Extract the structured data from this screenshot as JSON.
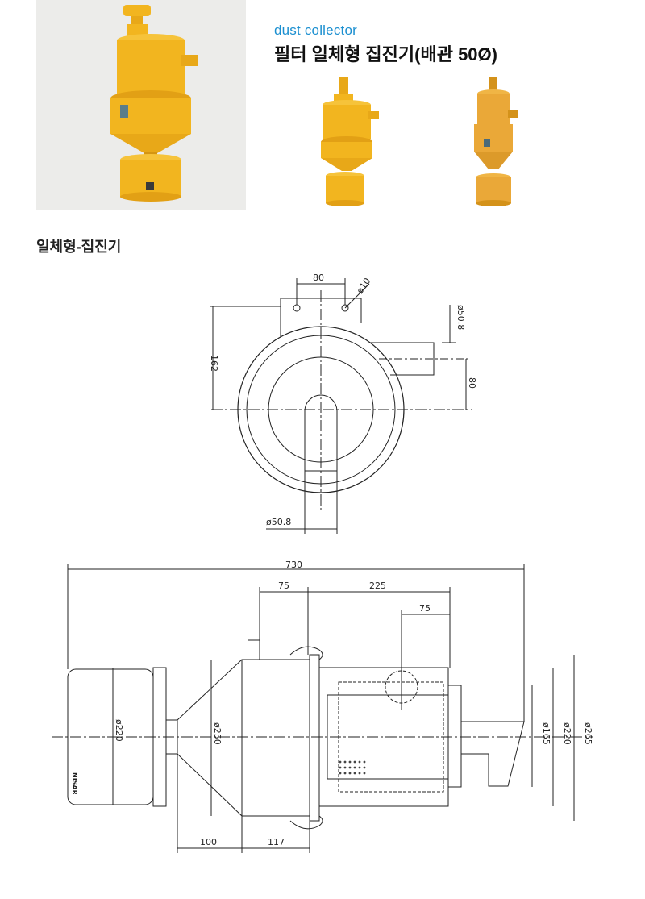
{
  "header": {
    "subtitle": "dust collector",
    "title": "필터 일체형 집진기(배관 50Ø)"
  },
  "section": {
    "title": "일체형-집진기"
  },
  "top_view": {
    "dims": {
      "width_80": "80",
      "hole": "ø10",
      "outlet_dia": "ø50.8",
      "height_162": "162",
      "offset_80": "80",
      "inlet_dia": "ø50.8"
    }
  },
  "side_view": {
    "dims": {
      "total_730": "730",
      "d75_a": "75",
      "d225": "225",
      "d75_b": "75",
      "dia220_left": "ø220",
      "dia250": "ø250",
      "dia165": "ø165",
      "dia220_right": "ø220",
      "dia265": "ø265",
      "d100": "100",
      "d117": "117"
    },
    "logo": "NISAR"
  },
  "colors": {
    "accent_blue": "#1b8fd0",
    "body_yellow": "#f2b51f",
    "line": "#222222"
  }
}
